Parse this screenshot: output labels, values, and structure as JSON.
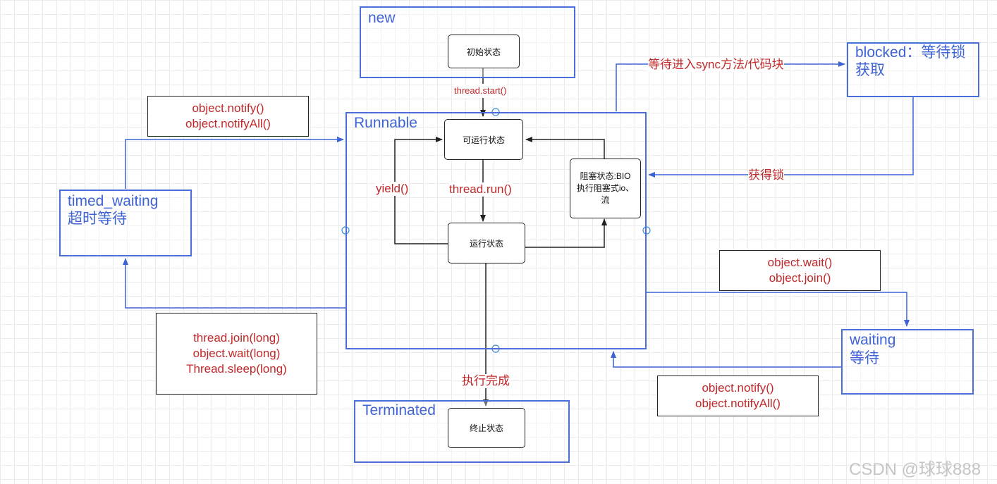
{
  "states": {
    "new": "new",
    "runnable": "Runnable",
    "blocked": "blocked：等待锁获取",
    "timed_waiting": "timed_waiting",
    "timed_waiting_cn": "超时等待",
    "waiting": "waiting",
    "waiting_cn": "等待",
    "terminated": "Terminated"
  },
  "nodes": {
    "initial": "初始状态",
    "runnable": "可运行状态",
    "running": "运行状态",
    "blocked_io": "阻塞状态:BIO执行阻塞式io、流",
    "end": "终止状态"
  },
  "edges": {
    "start": "thread.start()",
    "run": "thread.run()",
    "yield": "yield()",
    "wait_sync": "等待进入sync方法/代码块",
    "get_lock": "获得锁",
    "done": "执行完成"
  },
  "notes": {
    "notify_left": [
      "object.notify()",
      "object.notifyAll()"
    ],
    "timed_calls": [
      "thread.join(long)",
      "object.wait(long)",
      "Thread.sleep(long)"
    ],
    "wait_calls": [
      "object.wait()",
      "object.join()"
    ],
    "notify_right": [
      "object.notify()",
      "object.notifyAll()"
    ]
  },
  "watermark": "CSDN @球球888",
  "colors": {
    "state": "#4a6fd8",
    "label": "#c0282a",
    "node_border": "#222222"
  }
}
